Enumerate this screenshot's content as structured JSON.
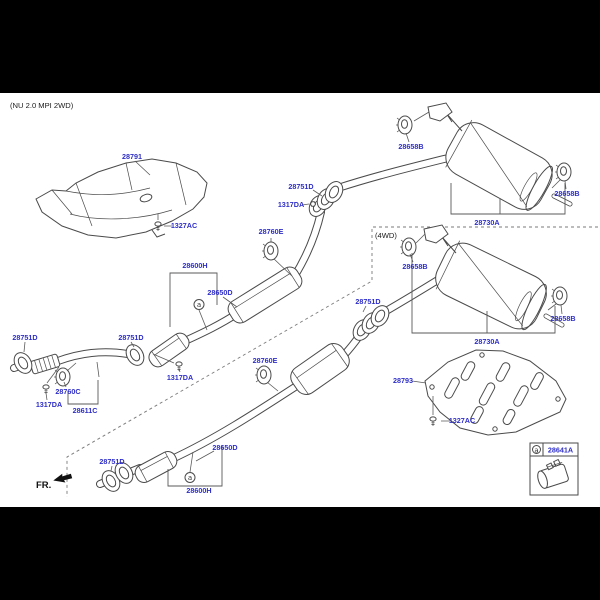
{
  "diagram": {
    "variant_note": "(NU 2.0 MPI 2WD)",
    "awd_note": "(4WD)",
    "fr_note": "FR.",
    "marker_letter": "a",
    "colors": {
      "label": "#2e2ec8",
      "line": "#4a4a4a",
      "paper": "#ffffff",
      "letterbox": "#000000",
      "leader": "#5a5a5a"
    }
  },
  "labels": [
    {
      "text": "28791",
      "region": "front-heat-shield"
    },
    {
      "text": "1327AC",
      "region": "front-heat-shield-bolt"
    },
    {
      "text": "28760E",
      "region": "2wd-rear-pipe-hanger"
    },
    {
      "text": "28751D",
      "region": "2wd-rear-joint-gasket"
    },
    {
      "text": "1317DA",
      "region": "2wd-rear-joint-nut"
    },
    {
      "text": "28600H",
      "region": "2wd-center-muffler-assembly"
    },
    {
      "text": "28650D",
      "region": "2wd-center-muffler"
    },
    {
      "text": "28658B",
      "region": "2wd-muffler-front-hanger"
    },
    {
      "text": "28658B",
      "region": "2wd-muffler-rear-hanger"
    },
    {
      "text": "28730A",
      "region": "2wd-rear-muffler"
    },
    {
      "text": "28658B",
      "region": "4wd-muffler-front-hanger"
    },
    {
      "text": "28751D",
      "region": "4wd-rear-joint-gasket"
    },
    {
      "text": "28658B",
      "region": "4wd-muffler-rear-hanger"
    },
    {
      "text": "28730A",
      "region": "4wd-rear-muffler"
    },
    {
      "text": "28751D",
      "region": "front-pipe-gasket-1"
    },
    {
      "text": "28751D",
      "region": "front-pipe-gasket-2"
    },
    {
      "text": "28760C",
      "region": "front-pipe-hanger"
    },
    {
      "text": "1317DA",
      "region": "front-pipe-nut"
    },
    {
      "text": "28611C",
      "region": "front-pipe-bracket"
    },
    {
      "text": "1317DA",
      "region": "center-joint-nut"
    },
    {
      "text": "28760E",
      "region": "4wd-center-pipe-hanger"
    },
    {
      "text": "28793",
      "region": "4wd-rear-heat-shield"
    },
    {
      "text": "1327AC",
      "region": "4wd-heat-shield-bolt"
    },
    {
      "text": "28650D",
      "region": "4wd-center-muffler"
    },
    {
      "text": "28751D",
      "region": "4wd-front-pipe-gasket"
    },
    {
      "text": "28600H",
      "region": "4wd-center-muffler-assembly"
    },
    {
      "text": "28641A",
      "region": "legend-clamp"
    }
  ]
}
